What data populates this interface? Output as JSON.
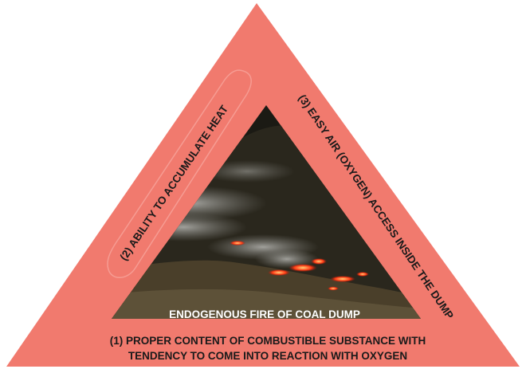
{
  "diagram": {
    "colors": {
      "triangle_fill": "#f17a6e",
      "label_text": "#1a1a1a",
      "caption_text": "#ffffff",
      "photo_dark": "#1b1a14",
      "photo_soil": "#4a3f2a",
      "smoke": "#9a9a96",
      "embers": "#ff3a14"
    },
    "sides": {
      "left": "(2) ABILITY TO ACCUMULATE HEAT",
      "right": "(3) EASY AIR (OXYGEN) ACCESS INSIDE THE DUMP",
      "bottom_line1": "(1) PROPER CONTENT OF COMBUSTIBLE SUBSTANCE WITH",
      "bottom_line2": "TENDENCY TO COME INTO REACTION WITH OXYGEN"
    },
    "photo_caption": "ENDOGENOUS FIRE OF COAL DUMP"
  }
}
